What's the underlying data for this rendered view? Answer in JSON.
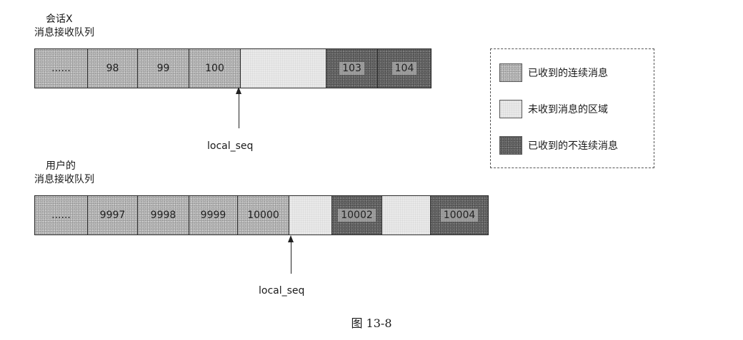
{
  "session_queue": {
    "title_line1": "会话X",
    "title_line2": "消息接收队列",
    "cells": [
      {
        "label": "......",
        "state": "received"
      },
      {
        "label": "98",
        "state": "received"
      },
      {
        "label": "99",
        "state": "received"
      },
      {
        "label": "100",
        "state": "received"
      },
      {
        "label": "",
        "state": "empty"
      },
      {
        "label": "103",
        "state": "discontinuous"
      },
      {
        "label": "104",
        "state": "discontinuous"
      }
    ],
    "pointer_label": "local_seq"
  },
  "user_queue": {
    "title_line1": "用户的",
    "title_line2": "消息接收队列",
    "cells": [
      {
        "label": "......",
        "state": "received"
      },
      {
        "label": "9997",
        "state": "received"
      },
      {
        "label": "9998",
        "state": "received"
      },
      {
        "label": "9999",
        "state": "received"
      },
      {
        "label": "10000",
        "state": "received"
      },
      {
        "label": "",
        "state": "empty"
      },
      {
        "label": "10002",
        "state": "discontinuous"
      },
      {
        "label": "",
        "state": "empty"
      },
      {
        "label": "10004",
        "state": "discontinuous"
      }
    ],
    "pointer_label": "local_seq"
  },
  "legend": {
    "items": [
      {
        "label": "已收到的连续消息",
        "state": "received"
      },
      {
        "label": "未收到消息的区域",
        "state": "empty"
      },
      {
        "label": "已收到的不连续消息",
        "state": "discontinuous"
      }
    ]
  },
  "caption": "图 13-8"
}
